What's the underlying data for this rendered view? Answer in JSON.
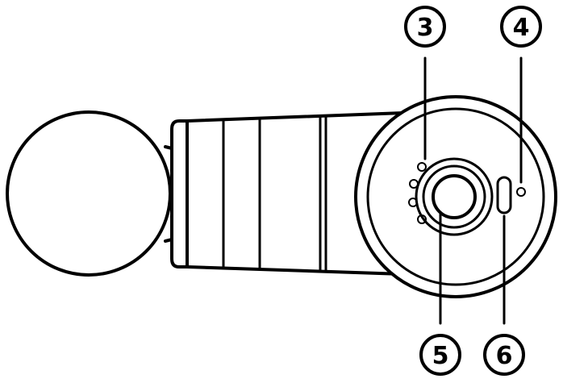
{
  "diagram": {
    "callouts": [
      {
        "id": "c3",
        "label": "3"
      },
      {
        "id": "c4",
        "label": "4"
      },
      {
        "id": "c5",
        "label": "5"
      },
      {
        "id": "c6",
        "label": "6"
      }
    ],
    "colors": {
      "stroke": "#000000",
      "background": "#ffffff"
    }
  }
}
